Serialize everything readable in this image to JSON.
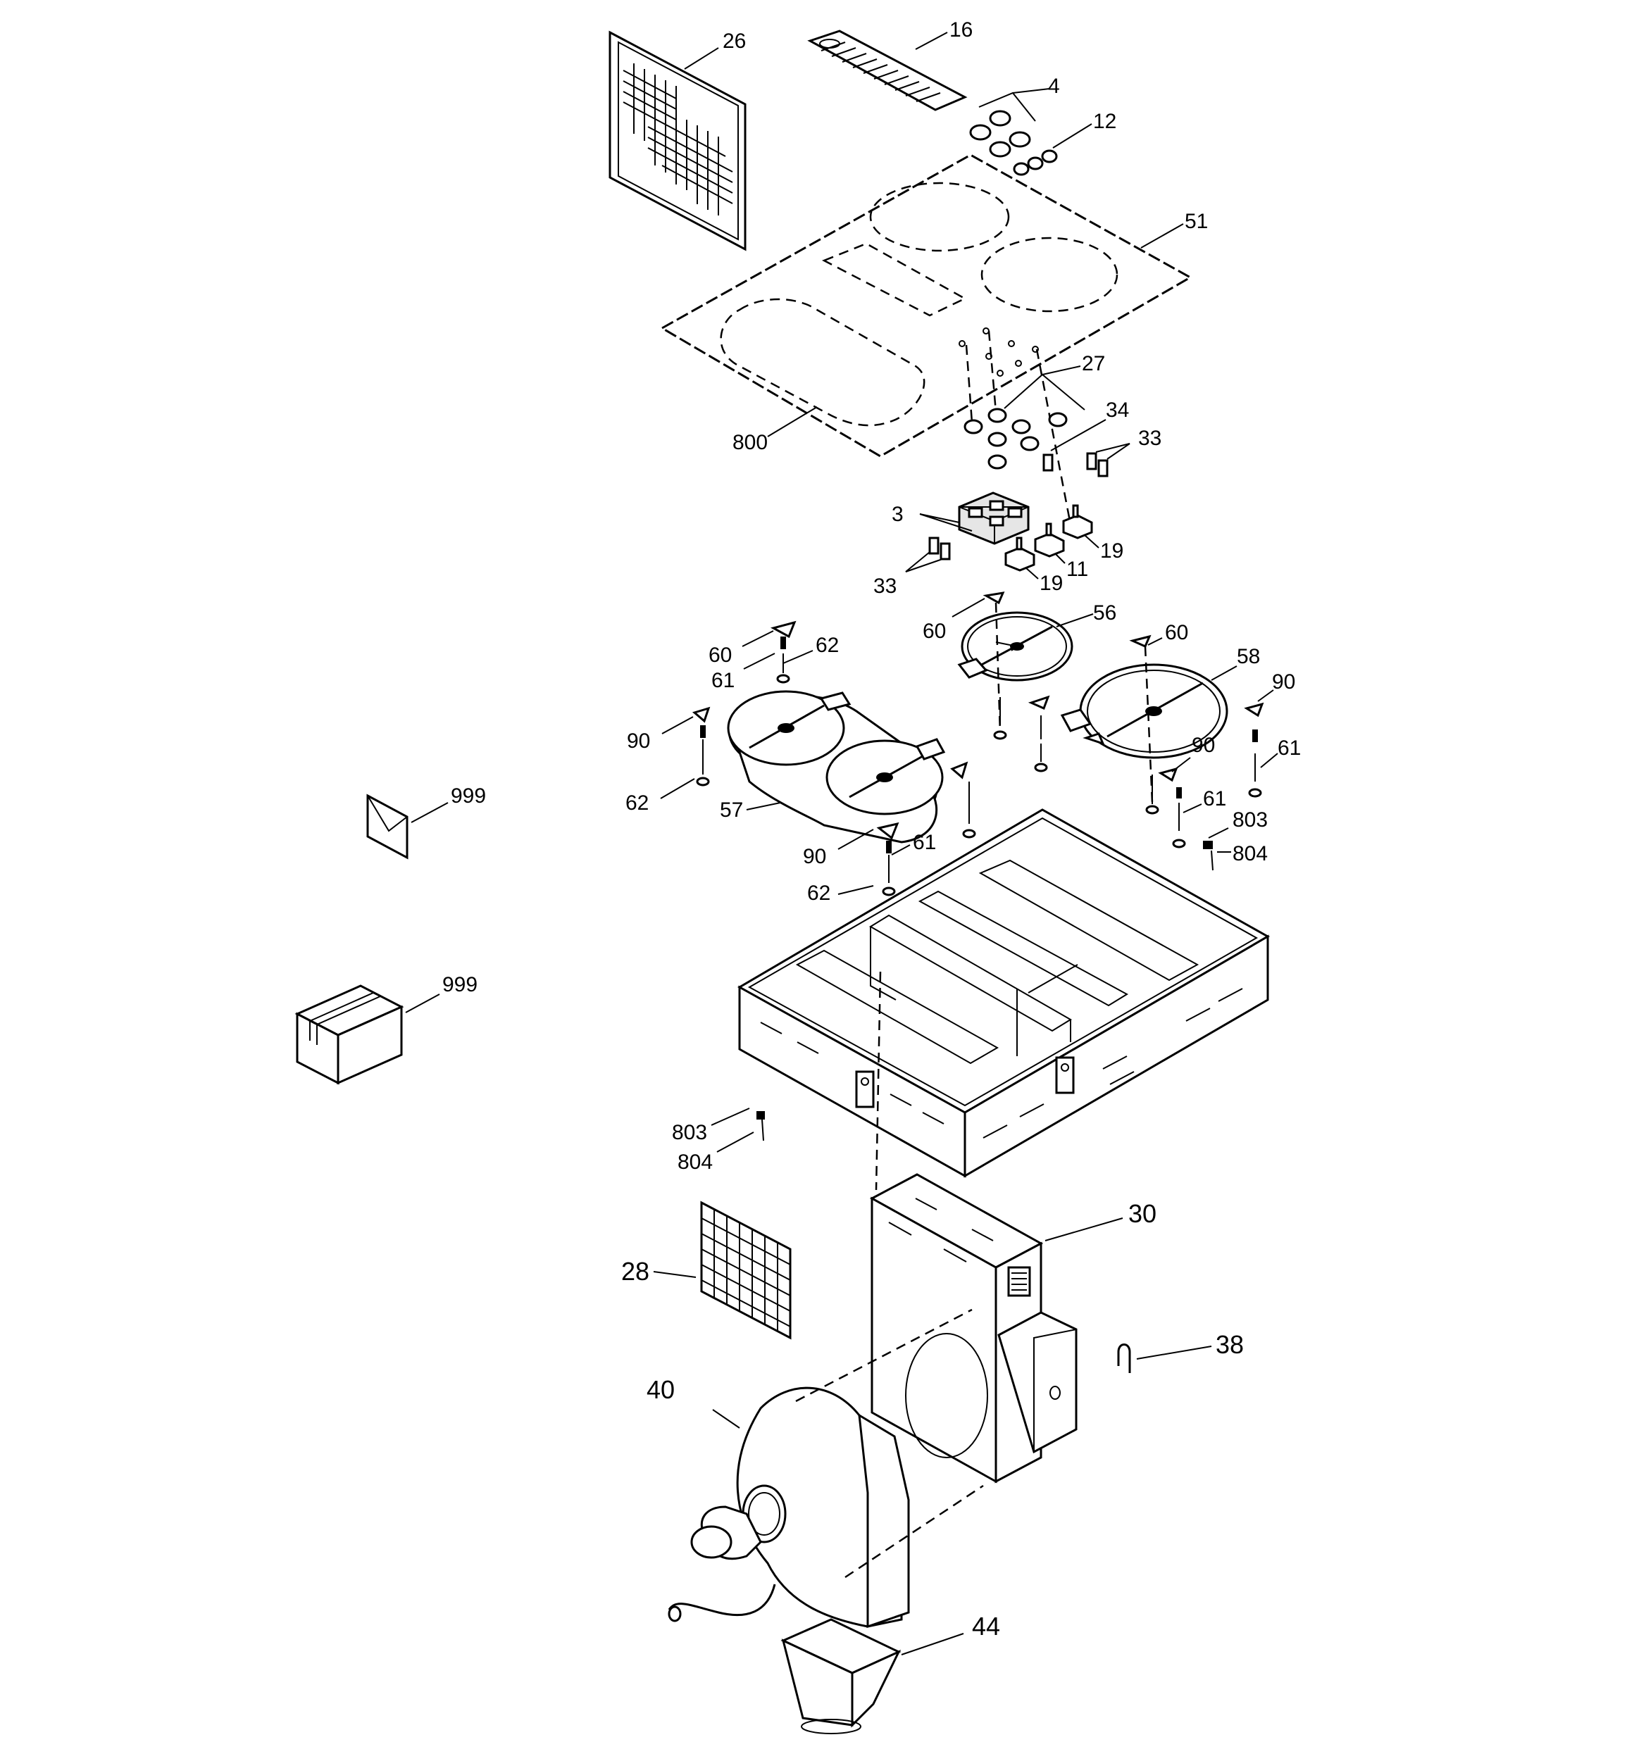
{
  "part_labels": {
    "p26": "26",
    "p16": "16",
    "p4": "4",
    "p12": "12",
    "p51": "51",
    "p27": "27",
    "p800": "800",
    "p34": "34",
    "p33a": "33",
    "p3": "3",
    "p19a": "19",
    "p11": "11",
    "p19b": "19",
    "p33b": "33",
    "p60a": "60",
    "p56": "56",
    "p60b": "60",
    "p58": "58",
    "p60c": "60",
    "p62a": "62",
    "p61a": "61",
    "p90a": "90",
    "p90b": "90",
    "p90c": "90",
    "p61b": "61",
    "p62b": "62",
    "p57": "57",
    "p61c": "61",
    "p803a": "803",
    "p804a": "804",
    "p90d": "90",
    "p61d": "61",
    "p62c": "62",
    "p999a": "999",
    "p999b": "999",
    "p803b": "803",
    "p804b": "804",
    "p30": "30",
    "p28": "28",
    "p38": "38",
    "p40": "40",
    "p44": "44"
  }
}
